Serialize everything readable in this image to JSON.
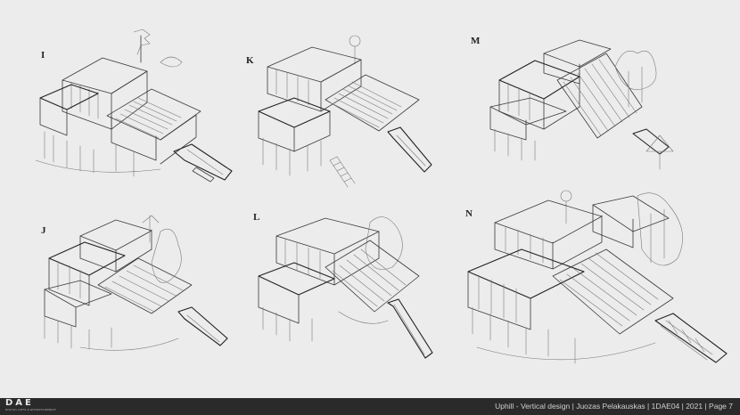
{
  "sketches": [
    {
      "label": "I"
    },
    {
      "label": "K"
    },
    {
      "label": "M"
    },
    {
      "label": "J"
    },
    {
      "label": "L"
    },
    {
      "label": "N"
    }
  ],
  "footer": {
    "logo": "DAE",
    "logo_sub": "DIGITAL ARTS & ENTERTAINMENT",
    "caption": "Uphill - Vertical design | Juozas Pelakauskas | 1DAE04 | 2021 | Page 7"
  },
  "colors": {
    "background": "#ececec",
    "footer_bg": "#2a2a2a",
    "ink": "#3a3a3a"
  }
}
